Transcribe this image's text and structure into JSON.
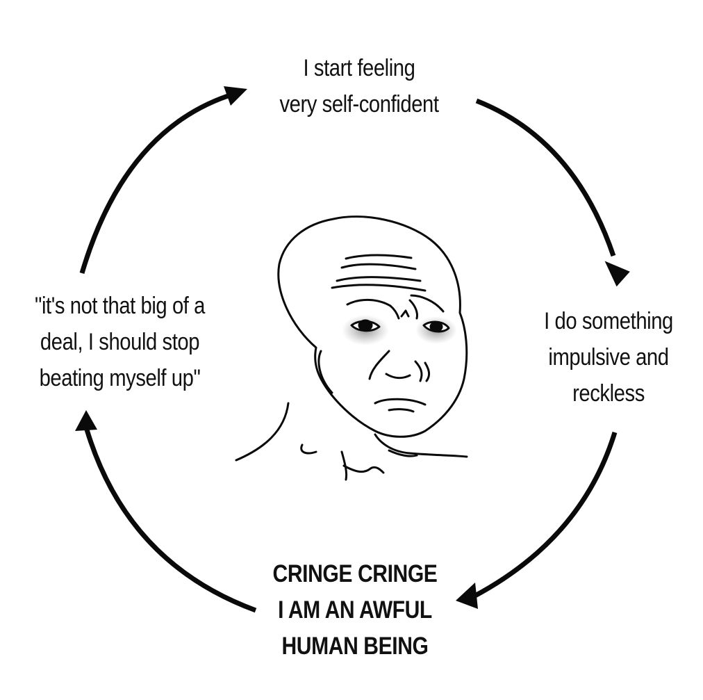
{
  "cycle": {
    "top": {
      "line1": "I start feeling",
      "line2": "very self-confident"
    },
    "right": {
      "line1": "I do something",
      "line2": "impulsive and",
      "line3": "reckless"
    },
    "bottom": {
      "line1": "CRINGE CRINGE",
      "line2": "I AM AN AWFUL",
      "line3": "HUMAN BEING"
    },
    "left": {
      "line1": "\"it's not that big of a",
      "line2": "deal, I should stop",
      "line3": "beating myself up\""
    }
  },
  "center_image": {
    "icon": "sad-wojak-face-icon"
  },
  "colors": {
    "ink": "#0a0a0a",
    "background": "#ffffff",
    "eye_shadow": "#8a8a8a"
  }
}
